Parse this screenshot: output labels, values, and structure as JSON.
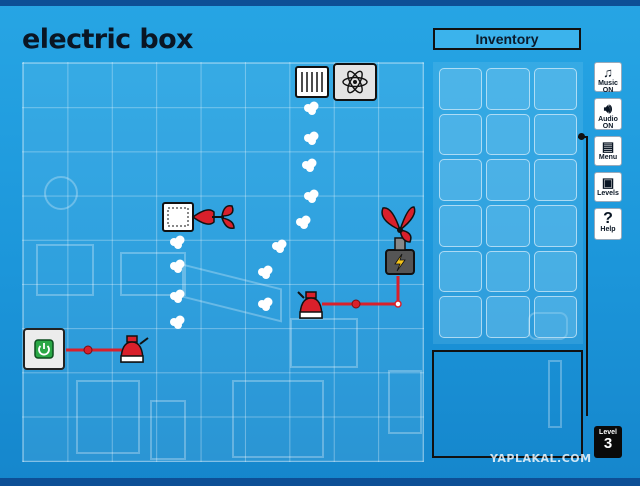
{
  "game": {
    "title": "electric box",
    "inventory_title": "Inventory"
  },
  "sidebar": {
    "music": {
      "label": "Music",
      "state": "ON"
    },
    "audio": {
      "label": "Audio",
      "state": "ON"
    },
    "menu": {
      "label": "Menu"
    },
    "levels": {
      "label": "Levels"
    },
    "help": {
      "label": "Help"
    }
  },
  "level": {
    "label": "Level",
    "number": "3"
  },
  "watermark": "YAPLAKAL.COM",
  "colors": {
    "background": "#1c96da",
    "wire": "#d9202b",
    "panel_border": "#111111",
    "steam": "#ffffff"
  },
  "icons": {
    "power_source": "power-button-icon",
    "battery": "lightning-icon",
    "atom": "atom-icon"
  }
}
